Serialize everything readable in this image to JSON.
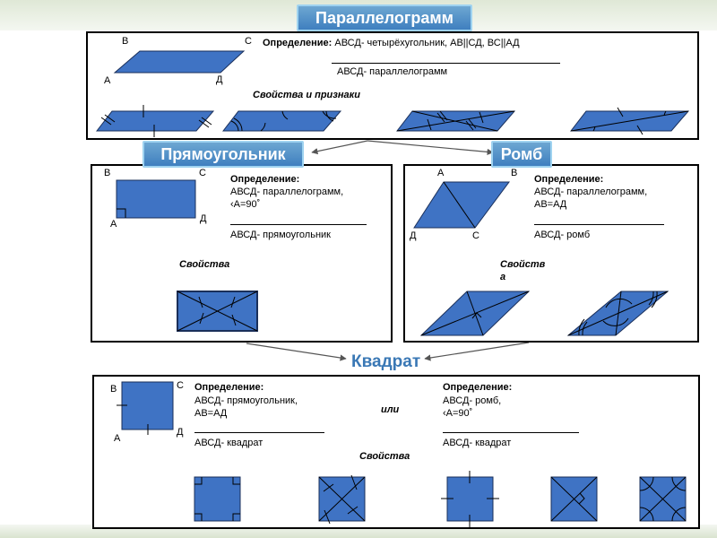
{
  "colors": {
    "fill": "#3f73c4",
    "stroke": "#1a2f5a",
    "label": "#ffffff",
    "accent": "#3a78b5"
  },
  "para": {
    "tag": "Параллелограмм",
    "def_label": "Определение:",
    "def_text": " АВСД- четырёхугольник, АВ||СД, ВС||АД",
    "conclusion": "АВСД- параллелограмм",
    "props": "Свойства и признаки",
    "v": {
      "a": "А",
      "b": "В",
      "c": "С",
      "d": "Д"
    }
  },
  "rect": {
    "tag": "Прямоугольник",
    "def_label": "Определение:",
    "line1": "АВСД- параллелограмм,",
    "line2": "‹А=90˚",
    "conclusion": "АВСД- прямоугольник",
    "props": "Свойства",
    "v": {
      "a": "А",
      "b": "В",
      "c": "С",
      "d": "Д"
    }
  },
  "rhombus": {
    "tag": "Ромб",
    "def_label": "Определение:",
    "line1": "АВСД- параллелограмм,",
    "line2": "АВ=АД",
    "conclusion": "АВСД- ромб",
    "props1": "Свойств",
    "props2": "а",
    "v": {
      "a": "А",
      "b": "В",
      "c": "С",
      "d": "Д"
    }
  },
  "square": {
    "title": "Квадрат",
    "def1_label": "Определение:",
    "def1_line1": "АВСД- прямоугольник,",
    "def1_line2": "АВ=АД",
    "def1_conclusion": "АВСД- квадрат",
    "or": "или",
    "def2_label": "Определение:",
    "def2_line1": "АВСД- ромб,",
    "def2_line2": "‹А=90˚",
    "def2_conclusion": "АВСД- квадрат",
    "props": "Свойства",
    "v": {
      "a": "А",
      "b": "В",
      "c": "С",
      "d": "Д"
    }
  }
}
